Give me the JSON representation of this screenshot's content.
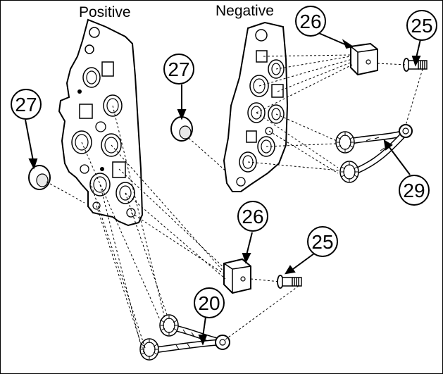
{
  "labels": {
    "positive": "Positive",
    "negative": "Negative"
  },
  "callouts": [
    {
      "id": "c27a",
      "text": "27"
    },
    {
      "id": "c27b",
      "text": "27"
    },
    {
      "id": "c26a",
      "text": "26"
    },
    {
      "id": "c25a",
      "text": "25"
    },
    {
      "id": "c29",
      "text": "29"
    },
    {
      "id": "c26b",
      "text": "26"
    },
    {
      "id": "c25b",
      "text": "25"
    },
    {
      "id": "c20",
      "text": "20"
    }
  ],
  "colors": {
    "ink": "#000000",
    "paper": "#ffffff",
    "tint": "#e9e9e9"
  }
}
